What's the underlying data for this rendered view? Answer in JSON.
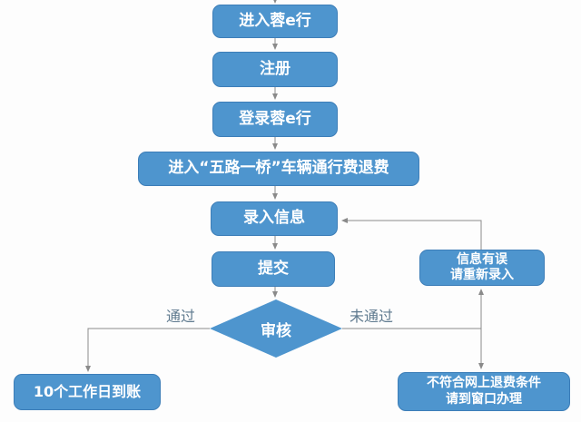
{
  "diagram": {
    "type": "flowchart",
    "nodes": [
      {
        "id": "enter-app",
        "shape": "process",
        "label": "进入蓉e行"
      },
      {
        "id": "register",
        "shape": "process",
        "label": "注册"
      },
      {
        "id": "login",
        "shape": "process",
        "label": "登录蓉e行"
      },
      {
        "id": "enter-refund",
        "shape": "process",
        "label": "进入“五路一桥”车辆通行费退费"
      },
      {
        "id": "input-info",
        "shape": "process",
        "label": "录入信息"
      },
      {
        "id": "submit",
        "shape": "process",
        "label": "提交"
      },
      {
        "id": "review",
        "shape": "decision",
        "label": "审核"
      },
      {
        "id": "info-error",
        "shape": "process",
        "label_line1": "信息有误",
        "label_line2": "请重新录入"
      },
      {
        "id": "arrival",
        "shape": "process",
        "label": "10个工作日到账"
      },
      {
        "id": "window",
        "shape": "process",
        "label_line1": "不符合网上退费条件",
        "label_line2": "请到窗口办理"
      }
    ],
    "edge_labels": {
      "pass": "通过",
      "fail": "未通过"
    },
    "colors": {
      "node_fill": "#4e95ce",
      "node_border": "#3d7eb8",
      "node_text": "#ffffff",
      "connector": "#8a8a8a",
      "edge_label_text": "#5f7a8f",
      "background": "#fdfdfd"
    }
  }
}
